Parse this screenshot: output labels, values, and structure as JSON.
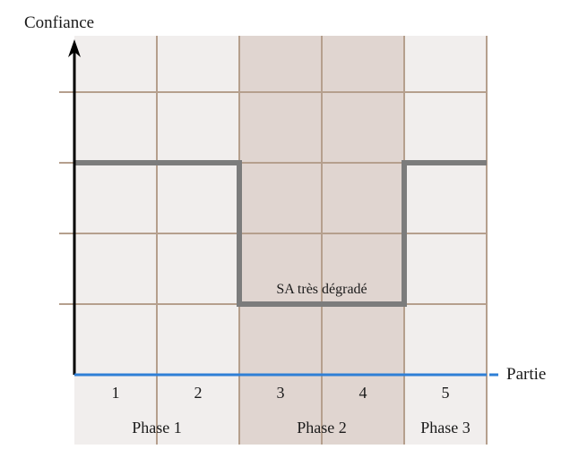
{
  "chart_data": {
    "type": "line",
    "step": true,
    "ylabel": "Confiance",
    "xlabel": "Partie",
    "categories": [
      "1",
      "2",
      "3",
      "4",
      "5"
    ],
    "phases": [
      {
        "label": "Phase 1",
        "parts": [
          1,
          2
        ],
        "color": "#f1eeed"
      },
      {
        "label": "Phase 2",
        "parts": [
          3,
          4
        ],
        "color": "#e0d5d0"
      },
      {
        "label": "Phase 3",
        "parts": [
          5
        ],
        "color": "#f1eeed"
      }
    ],
    "series": [
      {
        "values": [
          3,
          3,
          1,
          1,
          3
        ],
        "color": "#7c7c7c"
      }
    ],
    "ylim": [
      0,
      4
    ],
    "annotations": [
      {
        "text": "SA très dégradé",
        "at_part": 3.5,
        "y": 1
      }
    ],
    "grid": true,
    "grid_color": "#b59f8d",
    "axis_x_color": "#2e7fd6",
    "axis_y_color": "#000000"
  }
}
